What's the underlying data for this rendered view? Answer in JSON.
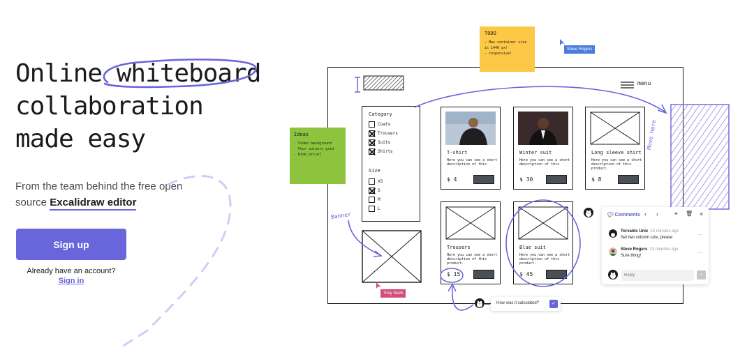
{
  "hero": {
    "title_line1_a": "Online ",
    "title_line1_b": "whiteboard",
    "title_line2": "collaboration",
    "title_line3": "made easy",
    "subtitle": "From the team behind the free open source ",
    "subtitle_link": "Excalidraw editor",
    "signup_label": "Sign up",
    "account_text": "Already have an account?",
    "signin_label": "Sign in"
  },
  "whiteboard": {
    "menu_label": "menu",
    "banner_label": "Banner",
    "move_label": "Move here",
    "filters": {
      "category_title": "Category",
      "categories": [
        {
          "label": "Coats",
          "checked": false
        },
        {
          "label": "Trousers",
          "checked": true
        },
        {
          "label": "Suits",
          "checked": true
        },
        {
          "label": "Shirts",
          "checked": true
        }
      ],
      "size_title": "Size",
      "sizes": [
        {
          "label": "XS",
          "checked": false
        },
        {
          "label": "S",
          "checked": true
        },
        {
          "label": "M",
          "checked": false
        },
        {
          "label": "L",
          "checked": false
        }
      ]
    },
    "products": [
      {
        "name": "T-shirt",
        "desc": "Here you can see a short description of this",
        "price": "$ 4"
      },
      {
        "name": "Winter suit",
        "desc": "Here you can see a short description of this",
        "price": "$ 30"
      },
      {
        "name": "Long sleeve shirt",
        "desc": "Here you can see a short description of this product.",
        "price": "$ 8"
      },
      {
        "name": "Trousers",
        "desc": "Here you can see a short description of this product.",
        "price": "$ 15"
      },
      {
        "name": "Blue suit",
        "desc": "Here you can see a short description of this product.",
        "price": "$ 45"
      }
    ],
    "note_ideas": {
      "title": "Ideas",
      "lines": [
        "- Video background",
        "- Four colours grid",
        "- Hide price?"
      ]
    },
    "note_todo": {
      "title": "TODO",
      "lines": [
        "- Max container size",
        "is 1440 px!",
        "- responsive!"
      ]
    },
    "cursors": {
      "steve": "Steve Rogers",
      "tony": "Tony Stark"
    },
    "comments": {
      "title": "Comments",
      "entries": [
        {
          "author": "Torvalds Unix",
          "time": "14 minutes ago",
          "text": "Set two column size, please"
        },
        {
          "author": "Steve Rogers",
          "time": "13 minutes ago",
          "text": "Sure thing!"
        }
      ],
      "reply_placeholder": "Reply"
    },
    "question": "How was it calculated?"
  },
  "colors": {
    "accent": "#6965db",
    "ideas_note": "#8ec43d",
    "todo_note": "#fcc846",
    "steve_tag": "#4a7bdf",
    "tony_tag": "#d14f7a"
  }
}
